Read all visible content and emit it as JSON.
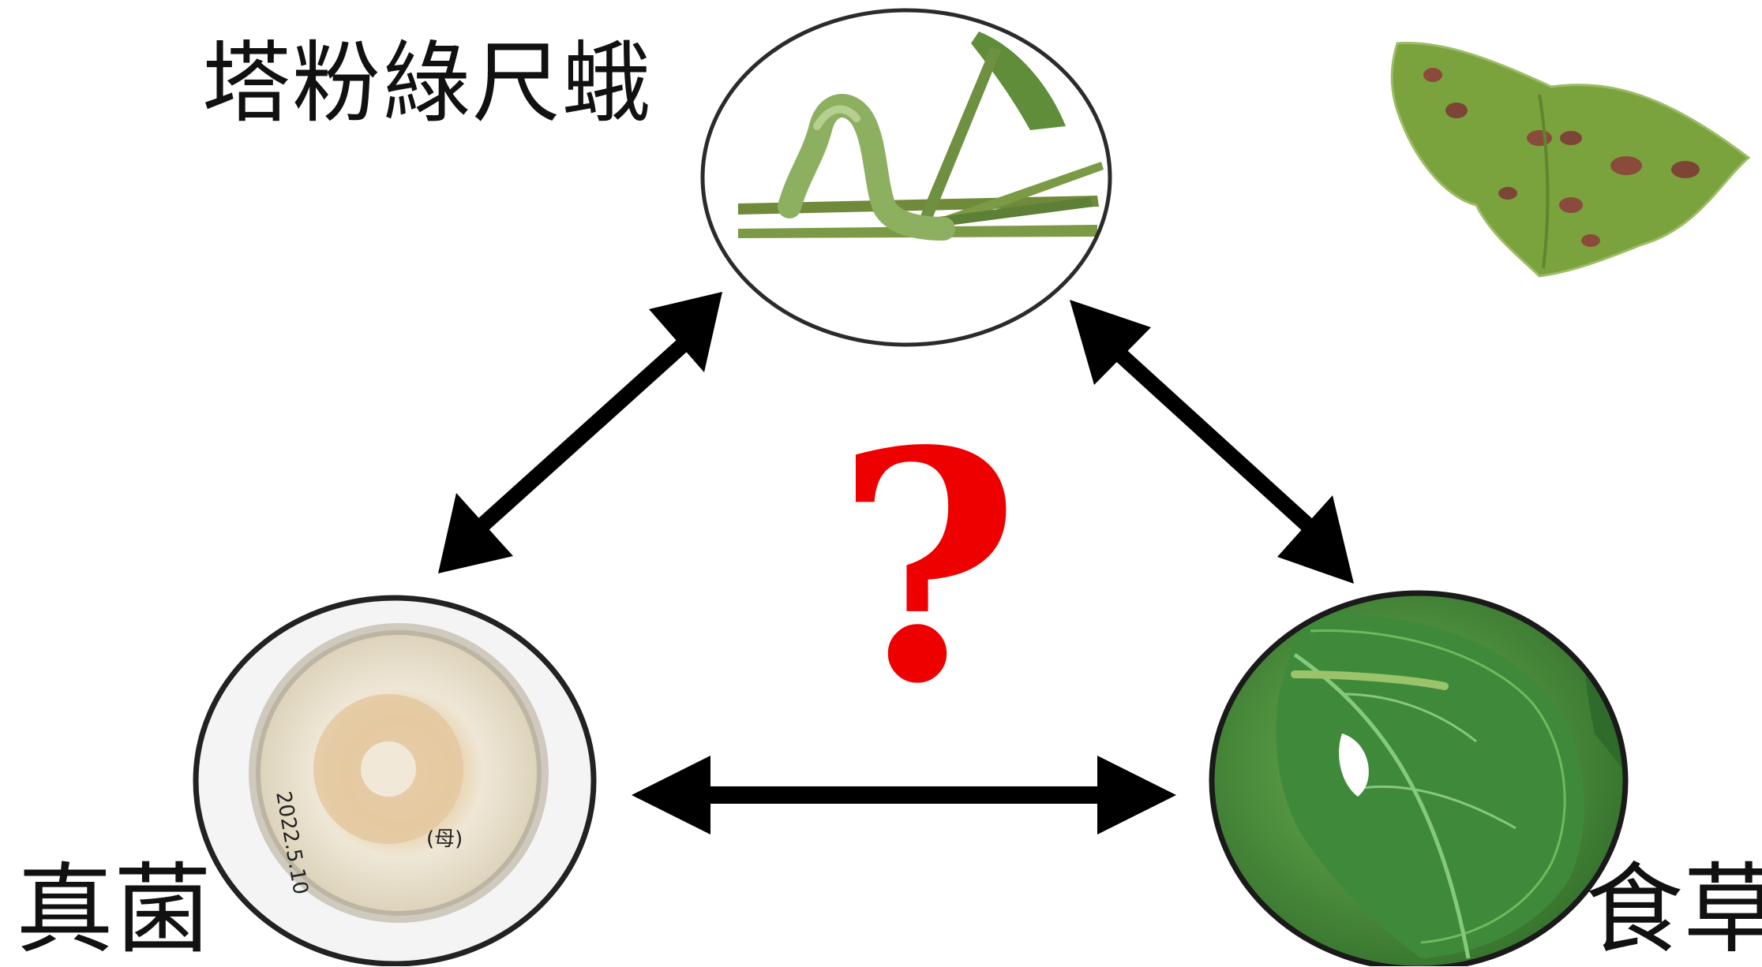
{
  "labels": {
    "moth": "塔粉綠尺蛾",
    "fungus": "真菌",
    "host_plant": "食草",
    "question": "?"
  },
  "colors": {
    "arrow": "#000000",
    "question_mark": "#ee0000",
    "ellipse_outline": "#2b2b2b",
    "leaf_green": "#4e9a3a",
    "moth_green": "#7aa33e",
    "agar": "#e8dcbf"
  },
  "images": {
    "caterpillar": "caterpillar-photo",
    "adult_moth": "adult-moth-photo",
    "fungus_culture": "petri-dish-photo",
    "host_leaf": "host-plant-leaf-photo"
  },
  "petri_dish_handwriting": [
    "(母)",
    "2022.5.10"
  ]
}
